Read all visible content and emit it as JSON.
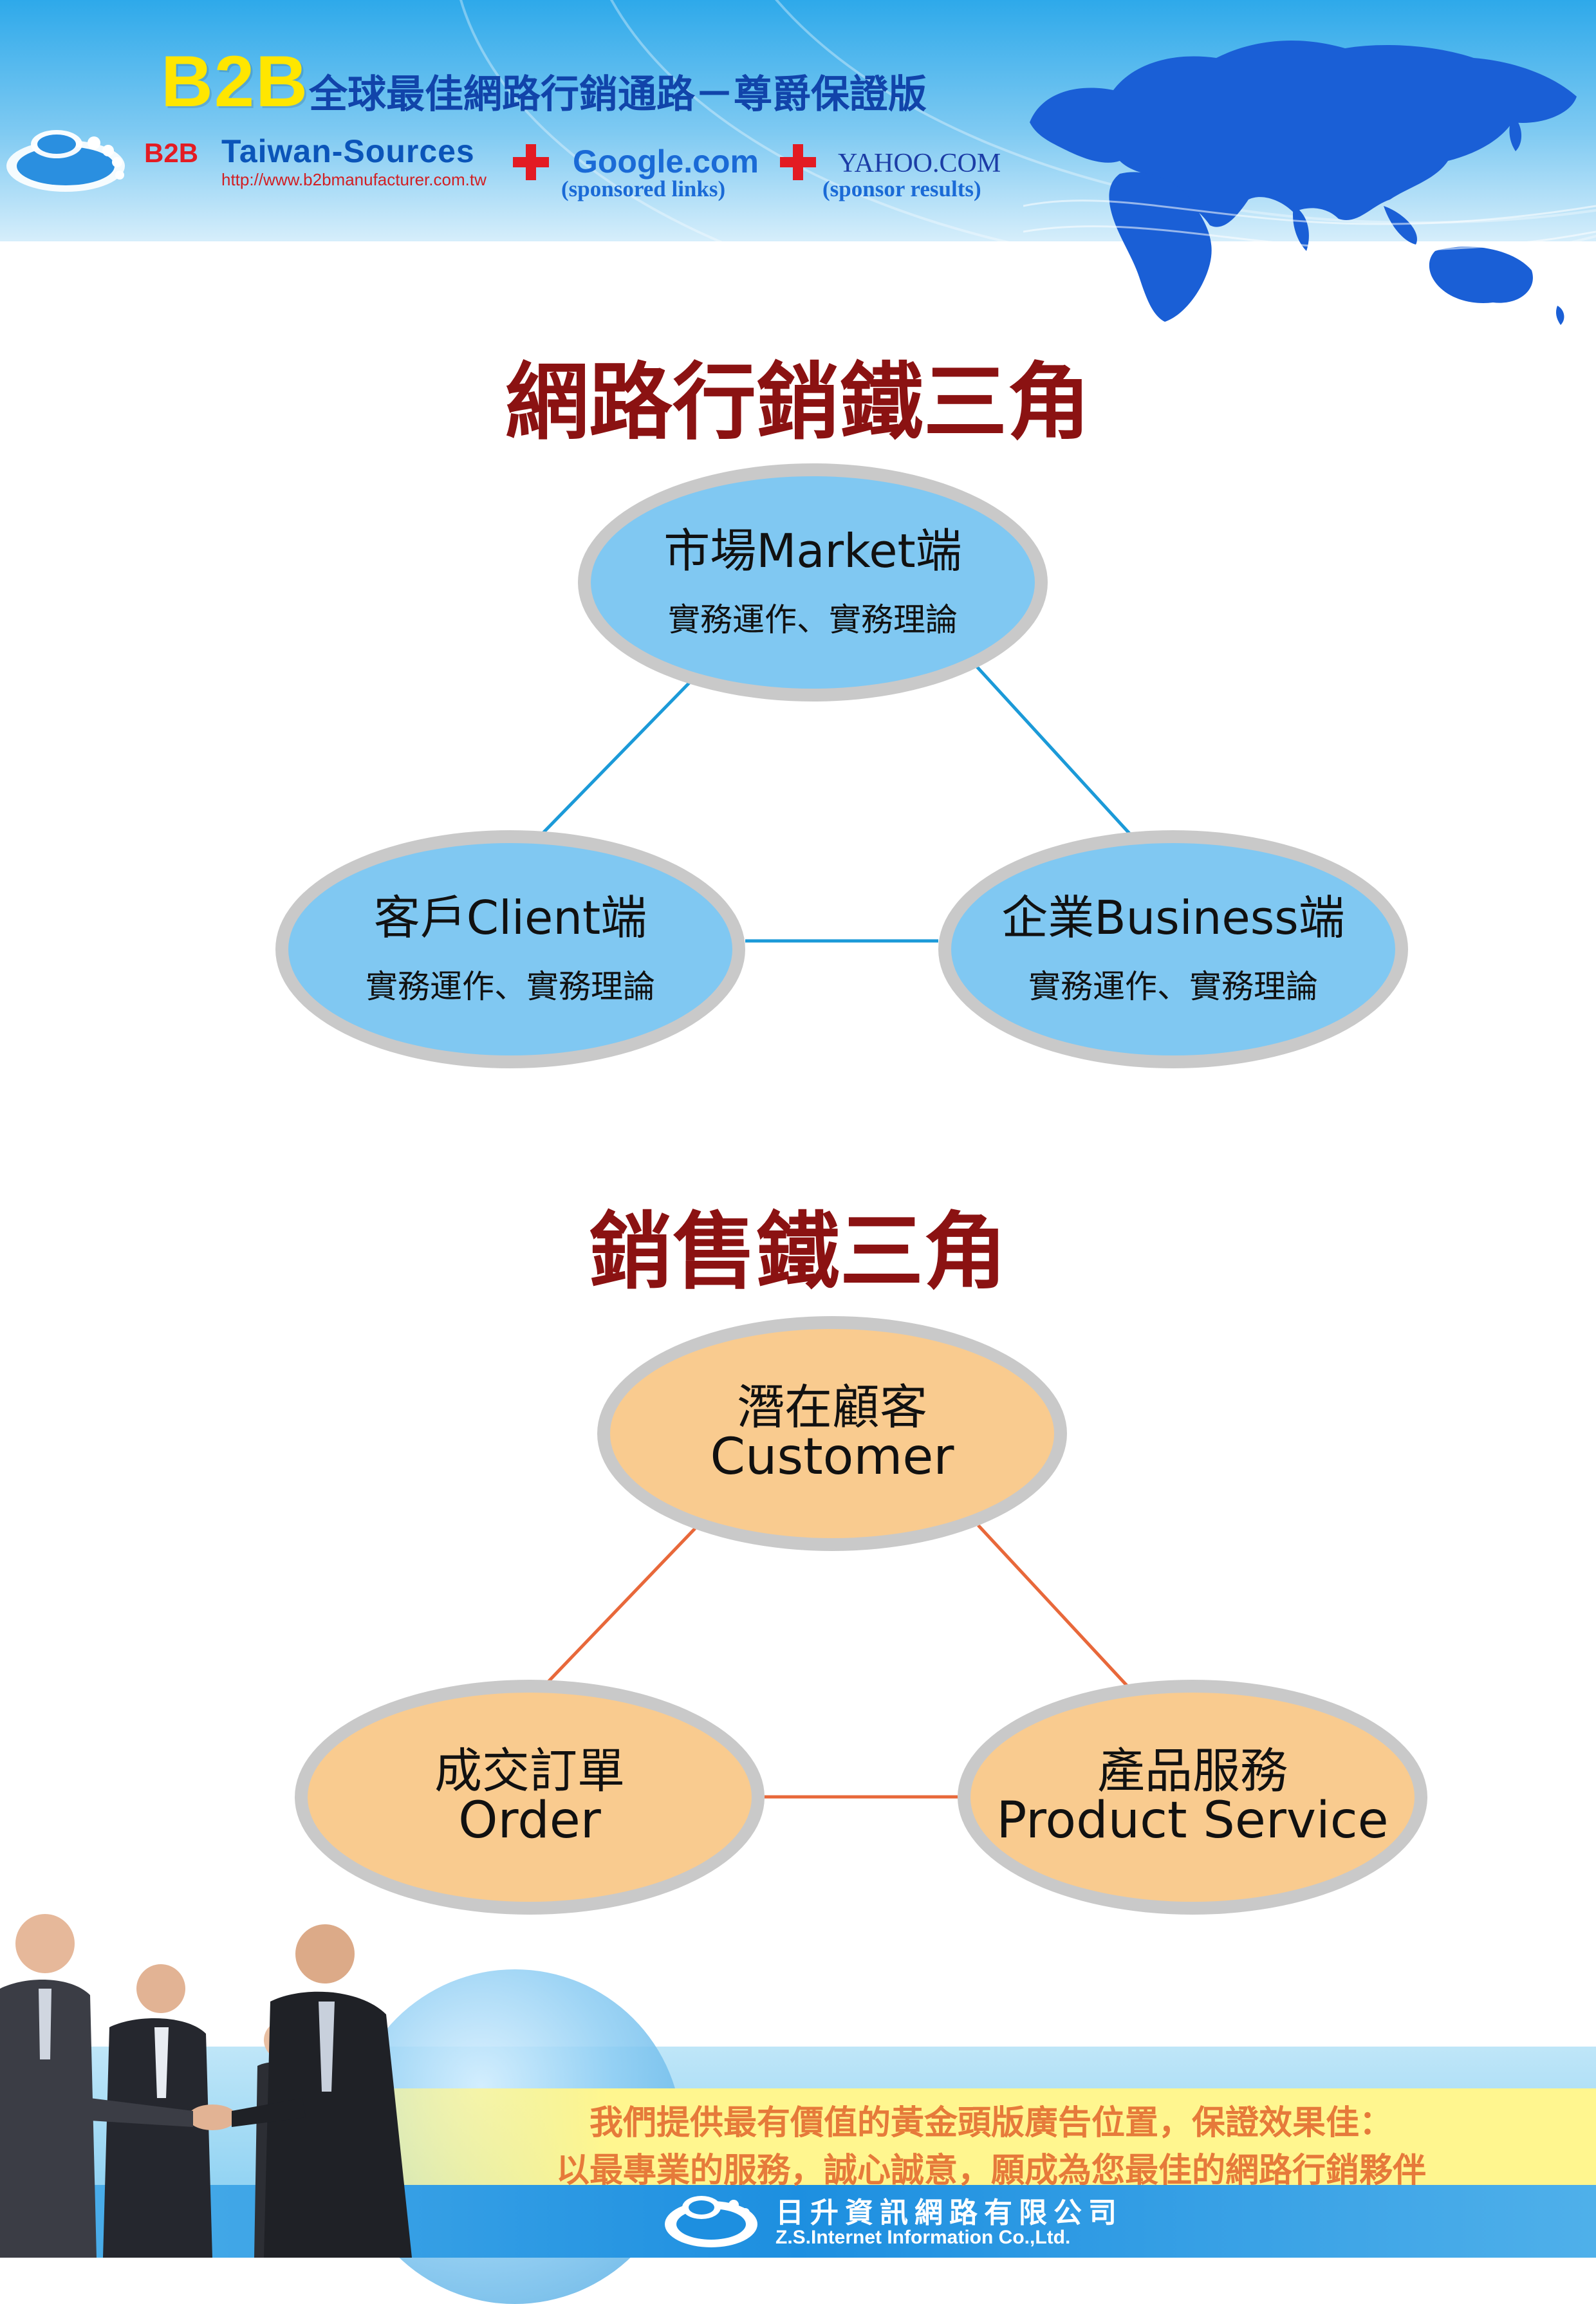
{
  "header": {
    "brand": "B2B",
    "slogan": "全球最佳網路行銷通路－尊爵保證版",
    "logo_b2b": "B2B",
    "logo_name": "Taiwan-Sources",
    "logo_url": "http://www.b2bmanufacturer.com.tw",
    "google": "Google.com",
    "google_sub": "(sponsored links)",
    "yahoo": "YAHOO.COM",
    "yahoo_sub": "(sponsor results)"
  },
  "section1": {
    "title": "網路行銷鐵三角",
    "market": {
      "title": "市場Market端",
      "sub": "實務運作、實務理論"
    },
    "client": {
      "title": "客戶Client端",
      "sub": "實務運作、實務理論"
    },
    "business": {
      "title": "企業Business端",
      "sub": "實務運作、實務理論"
    }
  },
  "section2": {
    "title": "銷售鐵三角",
    "customer": {
      "zh": "潛在顧客",
      "en": "Customer"
    },
    "order": {
      "zh": "成交訂單",
      "en": "Order"
    },
    "product": {
      "zh": "產品服務",
      "en": "Product Service"
    }
  },
  "footer": {
    "line1": "我們提供最有價值的黃金頭版廣告位置，保證效果佳：",
    "line2": "以最專業的服務，誠心誠意，願成為您最佳的網路行銷夥伴",
    "company_zh": "日升資訊網路有限公司",
    "company_en": "Z.S.Internet Information Co.,Ltd."
  },
  "colors": {
    "title": "#8b1212",
    "node_blue": "#80c8f2",
    "node_orange": "#f9cb8f",
    "node_border": "#c9c9c9",
    "connector_blue": "#1b9ad8",
    "connector_orange": "#e8683a",
    "footer_text": "#e67a3a"
  },
  "icons": {
    "header_logo": "b2b-footprint-logo-icon",
    "map": "world-map-icon",
    "plus": "red-plus-icon",
    "photo": "business-handshake-photo",
    "company_logo": "company-cloud-logo-icon"
  }
}
